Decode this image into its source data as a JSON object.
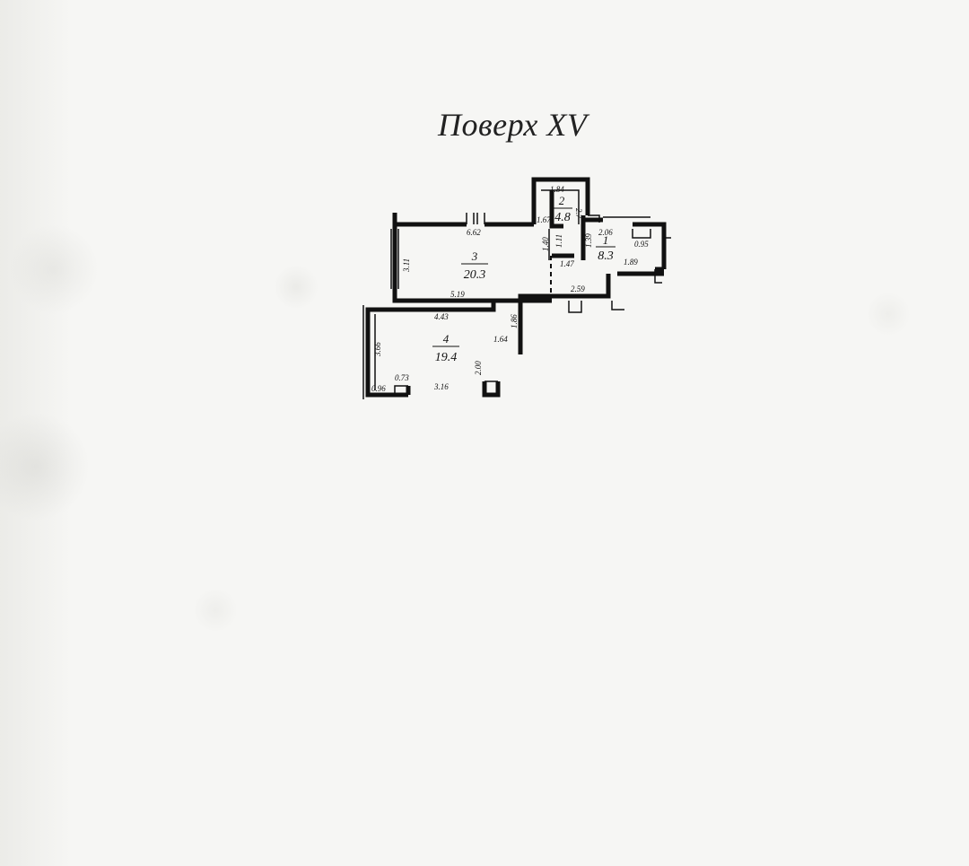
{
  "title": "Поверх XV",
  "rooms": [
    {
      "number": "1",
      "area": "8.3"
    },
    {
      "number": "2",
      "area": "4.8"
    },
    {
      "number": "3",
      "area": "20.3"
    },
    {
      "number": "4",
      "area": "19.4"
    }
  ],
  "dimensions": [
    "1.84",
    "2.7",
    "1.67",
    "1.40",
    "1.11",
    "1.39",
    "2.06",
    "0.95",
    "1.47",
    "1.89",
    "6.62",
    "3.11",
    "5.19",
    "2.59",
    "4.43",
    "1.86",
    "1.64",
    "3.66",
    "2.00",
    "0.73",
    "0.96",
    "3.16"
  ],
  "colors": {
    "ink": "#111111",
    "paper": "#f6f6f4"
  }
}
